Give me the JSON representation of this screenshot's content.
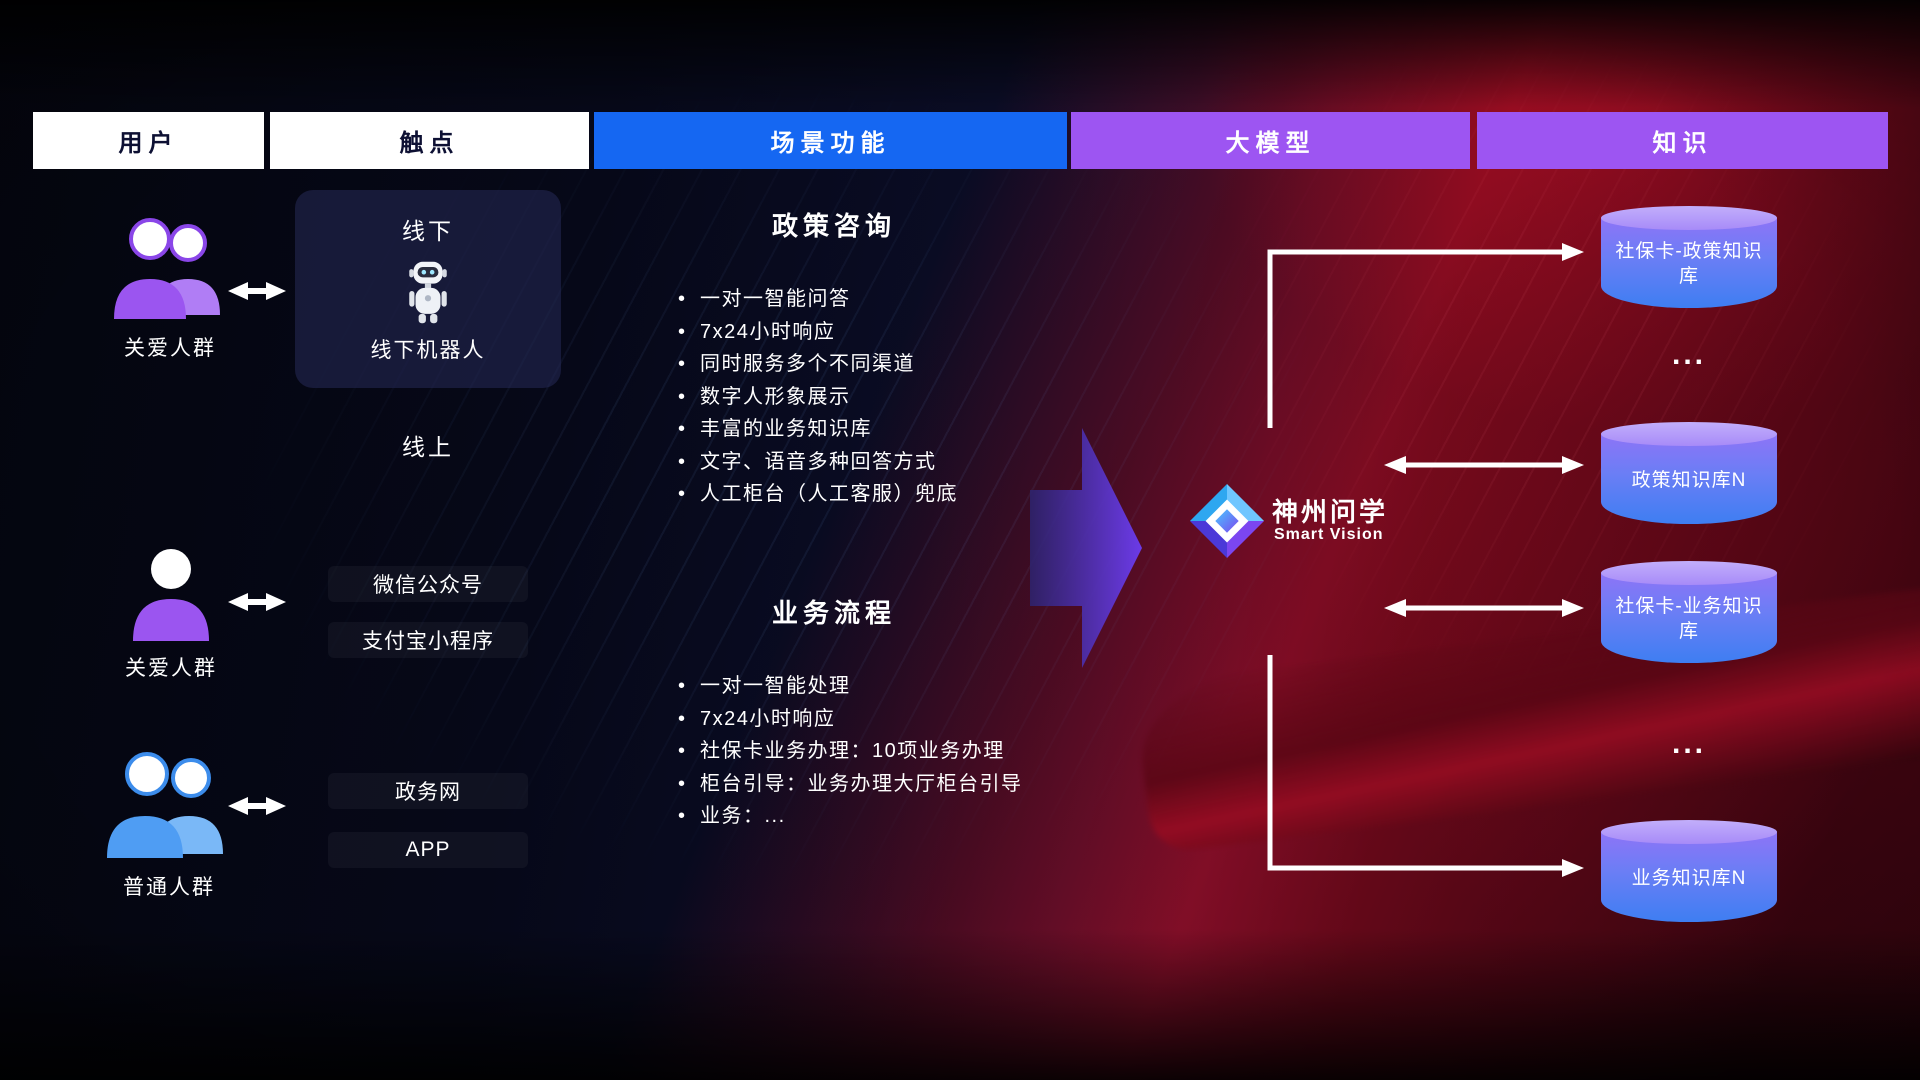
{
  "header": {
    "columns": [
      {
        "label": "用户",
        "style": "light"
      },
      {
        "label": "触点",
        "style": "light"
      },
      {
        "label": "场景功能",
        "style": "blue"
      },
      {
        "label": "大模型",
        "style": "purple"
      },
      {
        "label": "知识",
        "style": "purple"
      }
    ]
  },
  "users": [
    {
      "label": "关爱人群",
      "icon": "people-group-purple-icon"
    },
    {
      "label": "关爱人群",
      "icon": "person-purple-icon"
    },
    {
      "label": "普通人群",
      "icon": "people-group-blue-icon"
    }
  ],
  "touchpoints": {
    "offline_card": {
      "title": "线下",
      "robot_label": "线下机器人",
      "icon": "robot-icon"
    },
    "online_label": "线上",
    "channels": [
      "微信公众号",
      "支付宝小程序",
      "政务网",
      "APP"
    ]
  },
  "scenarios": [
    {
      "title": "政策咨询",
      "items": [
        "一对一智能问答",
        "7x24小时响应",
        "同时服务多个不同渠道",
        "数字人形象展示",
        "丰富的业务知识库",
        "文字、语音多种回答方式",
        "人工柜台（人工客服）兜底"
      ]
    },
    {
      "title": "业务流程",
      "items": [
        "一对一智能处理",
        "7x24小时响应",
        "社保卡业务办理：10项业务办理",
        "柜台引导：业务办理大厅柜台引导",
        "业务：..."
      ]
    }
  ],
  "model": {
    "name": "神州问学",
    "subtitle": "Smart Vision",
    "icon": "diamond-logo-icon"
  },
  "knowledge": {
    "databases": [
      "社保卡-政策知识库",
      "政策知识库N",
      "社保卡-业务知识库",
      "业务知识库N"
    ],
    "ellipsis": "..."
  },
  "colors": {
    "header_blue": "#1567f2",
    "header_purple": "#9d55f2",
    "header_light_text": "#0d1033",
    "accent_red": "#b01226",
    "flow_arrow_purple": "#6d3df2",
    "cylinder_top": "#b49dfa",
    "cylinder_body_bottom": "#3e7ef2",
    "connector": "#ffffff"
  }
}
